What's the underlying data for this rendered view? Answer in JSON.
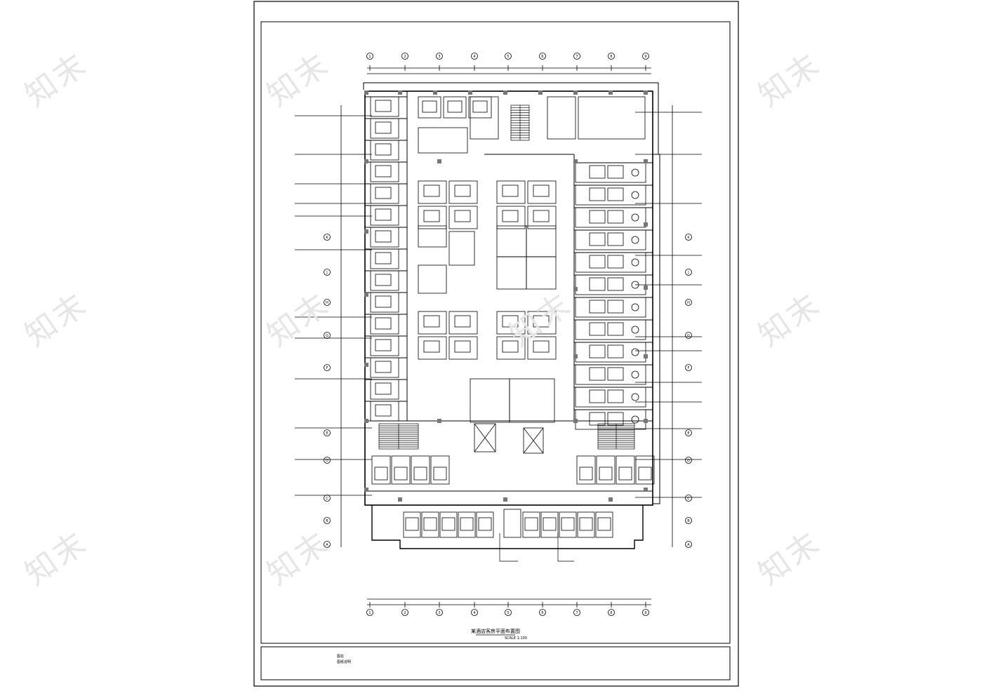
{
  "drawing": {
    "title": "某酒店客房平面布置图",
    "scale_label": "SCALE 1:100"
  },
  "title_block": {
    "line1": "图名",
    "line2": "图纸说明"
  },
  "watermark": "知末",
  "grid_cols": [
    "1",
    "2",
    "3",
    "4",
    "5",
    "6",
    "7",
    "8",
    "9"
  ],
  "grid_rows": [
    "A",
    "B",
    "C",
    "D",
    "E",
    "F",
    "G",
    "H",
    "J",
    "K"
  ],
  "colors": {
    "line": "#000000",
    "wall": "#777777",
    "paper": "#ffffff",
    "watermark": "#e6e6e6"
  }
}
